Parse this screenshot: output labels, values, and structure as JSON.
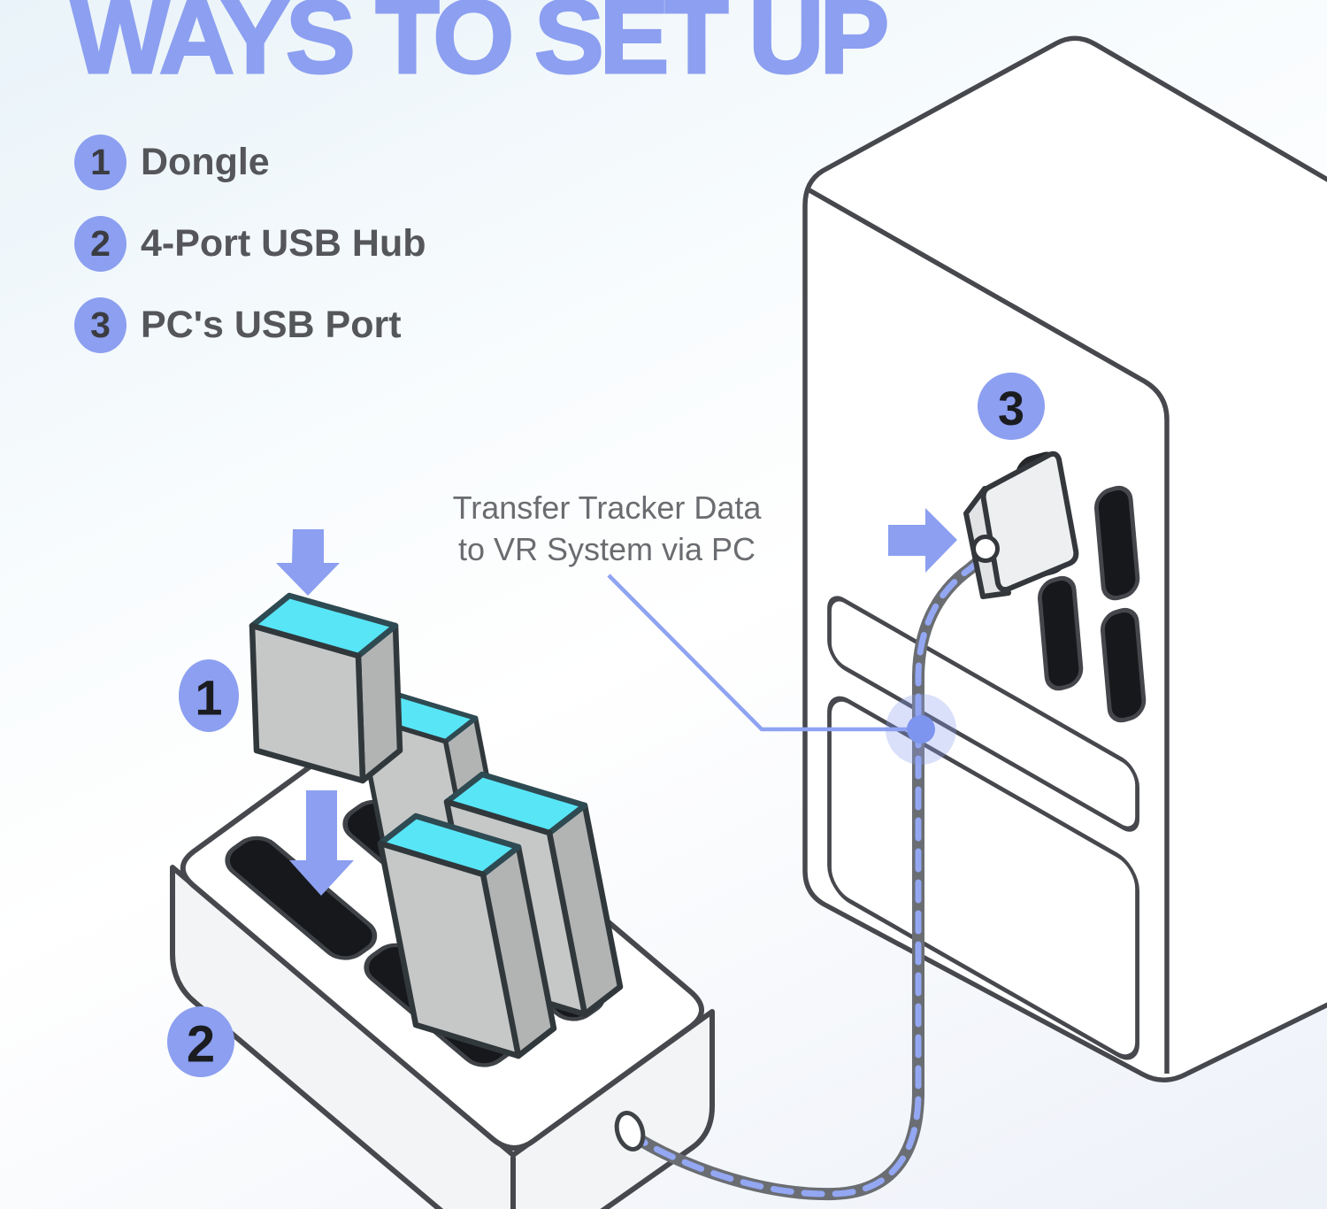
{
  "title": "WAYS TO SET UP",
  "legend": {
    "items": [
      {
        "num": "1",
        "label": "Dongle"
      },
      {
        "num": "2",
        "label": "4-Port USB Hub"
      },
      {
        "num": "3",
        "label": "PC's USB Port"
      }
    ]
  },
  "annotation": {
    "line1": "Transfer Tracker Data",
    "line2": "to VR System via PC"
  },
  "badges": {
    "dongle": "1",
    "hub": "2",
    "pc_port": "3"
  },
  "colors": {
    "accent": "#8C9FF0",
    "accent-line": "#8EA3F2",
    "cyan": "#58E5F6",
    "cyan-ink": "#2E4A52",
    "dongle-body": "#C6C8C7",
    "dongle-side": "#B2B4B3",
    "dongle-ink": "#30383C",
    "outline": "#46484D",
    "slot": "#17181B",
    "cable-gray": "#6A6D72",
    "cable-dash": "#93A7F3",
    "text-dark": "#55565A",
    "anno-text": "#6B6C70",
    "badge-ink": "#1B1C20",
    "hub-side": "#F3F4F6",
    "plug-face": "#EEEFF0",
    "plug-side": "#E2E3E5"
  }
}
